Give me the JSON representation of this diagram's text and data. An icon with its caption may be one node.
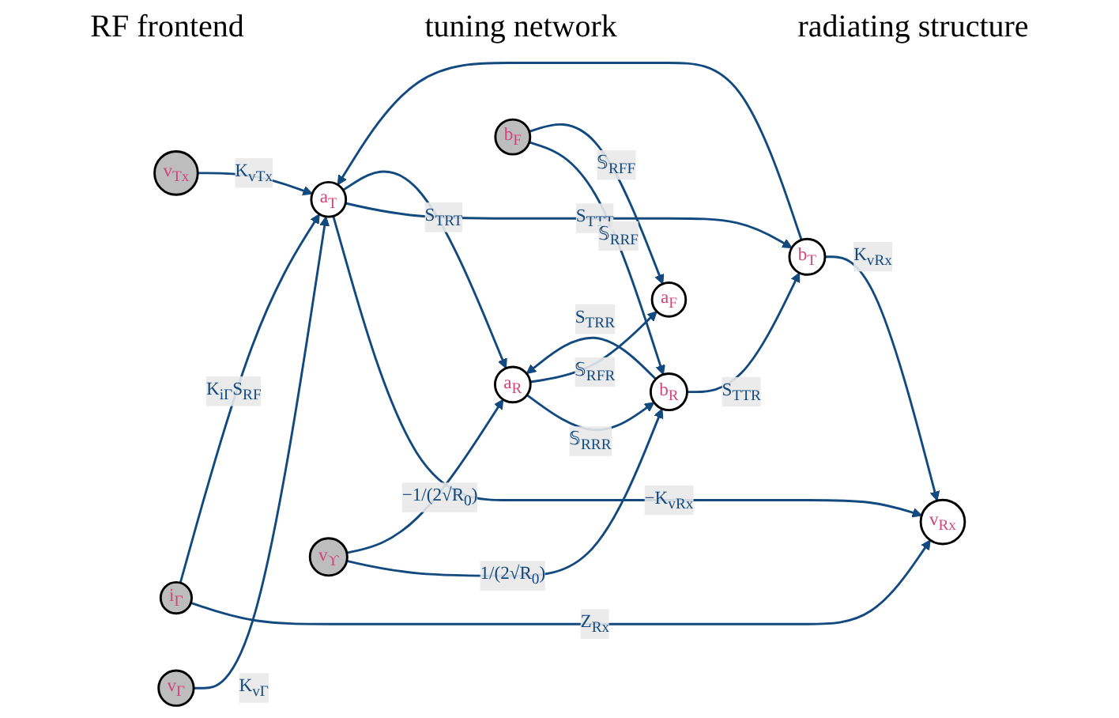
{
  "diagram": {
    "nodes": [
      {
        "text": [
          "v$_{Rx}$"
        ]
      },
      {
        "text": [
          "i$_{Γ}$"
        ]
      },
      {
        "text": [
          "v$_{Γ}$"
        ]
      },
      {
        "text": [
          "v$_{Tx}$"
        ]
      },
      {
        "text": [
          "b$_{T}$"
        ]
      },
      {
        "text": [
          "a$_{T}$"
        ]
      },
      {
        "text": [
          "b$_{R}$"
        ]
      },
      {
        "text": [
          "a$_{R}$"
        ]
      },
      {
        "text": [
          "v$_{ϒ}$"
        ]
      },
      {
        "text": [
          "b$_{F}$"
        ]
      },
      {
        "text": [
          "a$_{F}$"
        ]
      }
    ],
    "edges": [
      {
        "from": 4,
        "to": 0,
        "arrow": "to",
        "label": "K$_{vRx}$"
      },
      {
        "from": 1,
        "to": 0,
        "arrow": "to",
        "label": "Z$_{Rx}$"
      },
      {
        "from": 5,
        "to": 0,
        "arrow": "to",
        "label": "−K$_{vRx}$"
      },
      {
        "from": 1,
        "to": 5,
        "arrow": "to",
        "label": "K$_{iΓ}$S$_{RF}$"
      },
      {
        "from": 2,
        "to": 5,
        "arrow": "to",
        "label": "K$_{vΓ}$"
      },
      {
        "from": 3,
        "to": 5,
        "arrow": "to",
        "label": "K$_{vTx}$"
      },
      {
        "from": 4,
        "to": 5,
        "arrow": "to"
      },
      {
        "from": 5,
        "to": 4,
        "arrow": "to",
        "label": "S$_{T}$$_{TT}$"
      },
      {
        "from": 6,
        "to": 4,
        "arrow": "to",
        "label": "S$_{T}$$_{TR}$"
      },
      {
        "from": 5,
        "to": 7,
        "arrow": "to",
        "label": "S$_{T}$$_{RT}$"
      },
      {
        "from": 6,
        "to": 7,
        "arrow": "to",
        "label": "S$_{T}$$_{RR}$"
      },
      {
        "from": 7,
        "to": 6,
        "arrow": "to",
        "label": "𝕊$_{R}$$_{RR}$"
      },
      {
        "from": 8,
        "to": 6,
        "arrow": "to",
        "label": "1/(2√R$_{0}$)"
      },
      {
        "from": 8,
        "to": 7,
        "arrow": "to",
        "label": "−1/(2√R$_{0}$)"
      },
      {
        "from": 9,
        "to": 6,
        "arrow": "to",
        "label": "𝕊$_{R}$$_{RF}$"
      },
      {
        "from": 7,
        "to": 10,
        "arrow": "to",
        "label": "𝕊$_{R}$$_{FR}$"
      },
      {
        "from": 9,
        "to": 10,
        "arrow": "to",
        "label": "𝕊$_{R}$$_{FF}$"
      }
    ],
    "labels": [
      "RF frontend",
      "tuning network",
      "radiating structure"
    ]
  }
}
